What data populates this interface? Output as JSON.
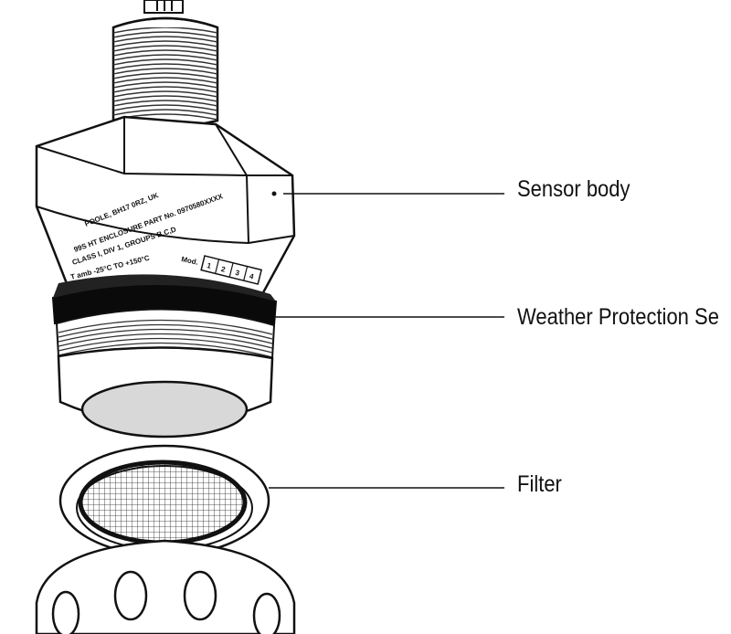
{
  "callouts": {
    "sensor_body": "Sensor body",
    "weather_seal": "Weather Protection Se",
    "filter": "Filter"
  },
  "nameplate": {
    "line1": "POOLE, BH17 0RZ, UK",
    "line2": "99S HT ENCLOSURE PART No. 0970580XXXX",
    "line3": "CLASS I, DIV 1, GROUPS B,C,D",
    "line4": "T amb -25°C TO +150°C",
    "mod_label": "Mod.",
    "mod_digits": [
      "1",
      "2",
      "3",
      "4"
    ]
  },
  "colors": {
    "ink": "#111111",
    "seal": "#0a0a0a",
    "background": "#ffffff"
  }
}
